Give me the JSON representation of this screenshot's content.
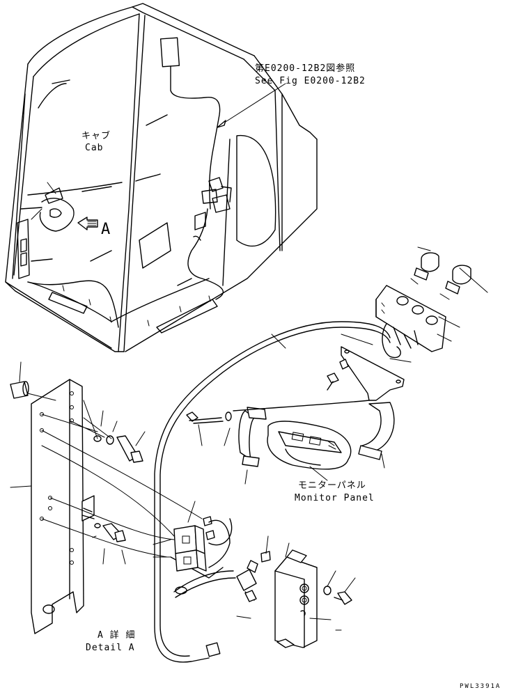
{
  "labels": {
    "see_fig_jp": "第E0200-12B2図参照",
    "see_fig_en": "See Fig E0200-12B2",
    "cab_jp": "キャブ",
    "cab_en": "Cab",
    "view_a": "A",
    "monitor_jp": "モニターパネル",
    "monitor_en": "Monitor Panel",
    "detail_jp": "A 詳 細",
    "detail_en": "Detail A",
    "drawing_code": "PWL3391A"
  }
}
